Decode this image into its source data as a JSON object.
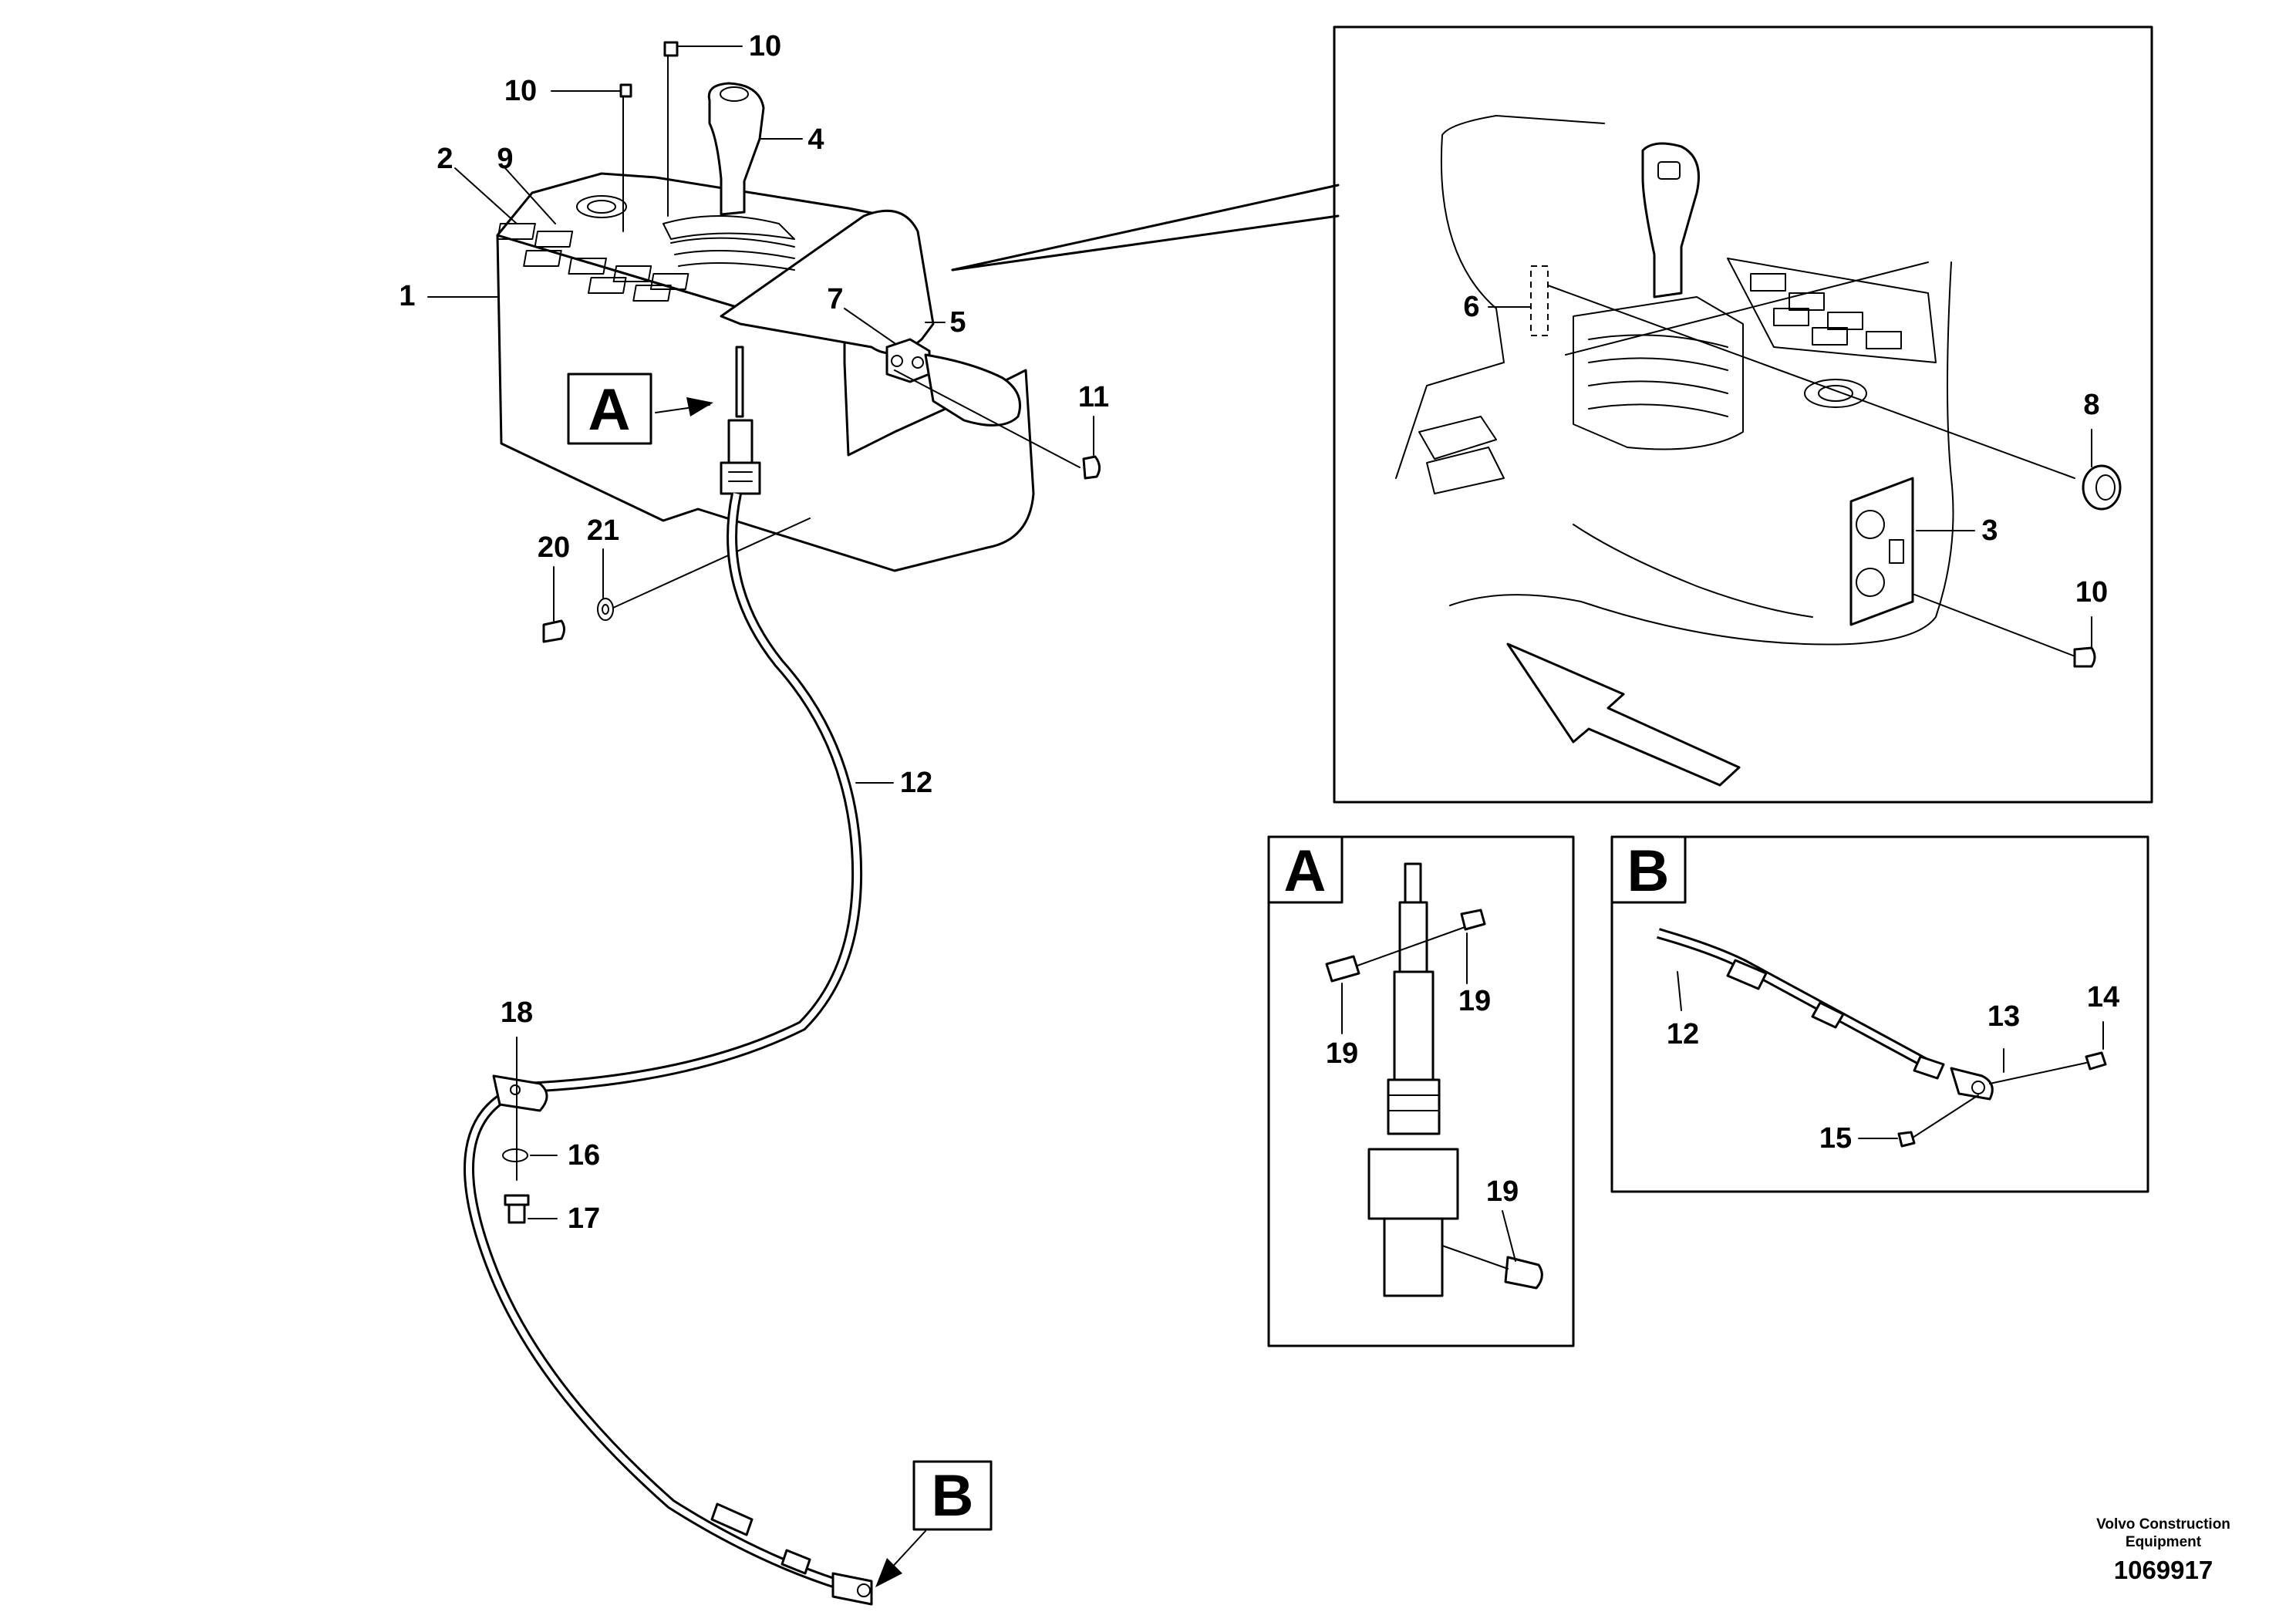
{
  "callouts": {
    "c1": "1",
    "c2": "2",
    "c3": "3",
    "c4": "4",
    "c5": "5",
    "c6": "6",
    "c7": "7",
    "c8": "8",
    "c9": "9",
    "c10a": "10",
    "c10b": "10",
    "c10c": "10",
    "c11": "11",
    "c12a": "12",
    "c12b": "12",
    "c13": "13",
    "c14": "14",
    "c15": "15",
    "c16": "16",
    "c17": "17",
    "c18": "18",
    "c19a": "19",
    "c19b": "19",
    "c19c": "19",
    "c20": "20",
    "c21": "21"
  },
  "detail_labels": {
    "a_ref": "A",
    "b_ref": "B",
    "a_box": "A",
    "b_box": "B"
  },
  "footer": {
    "company_line1": "Volvo Construction",
    "company_line2": "Equipment",
    "drawing_number": "1069917"
  }
}
